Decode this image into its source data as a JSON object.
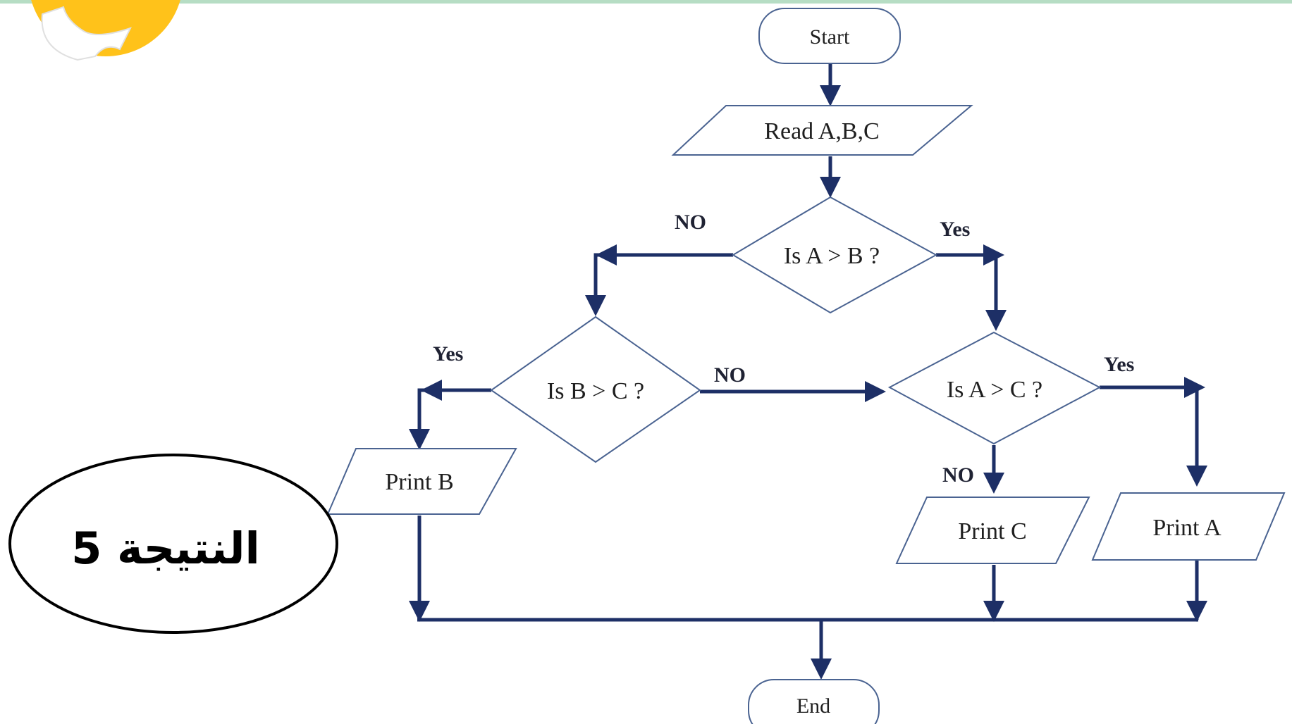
{
  "header_bar": {
    "color": "#b6ddc4"
  },
  "mascot": {
    "icon": "smiley-mascot-icon",
    "face_color": "#ffc21a",
    "hand_color": "#ffffff"
  },
  "flowchart": {
    "start_label": "Start",
    "read_label": "Read A,B,C",
    "decision_ab": "Is A > B ?",
    "decision_bc": "Is B > C ?",
    "decision_ac": "Is A > C ?",
    "print_b": "Print B",
    "print_c": "Print C",
    "print_a": "Print A",
    "end_label": "End",
    "branch_ab_no": "NO",
    "branch_ab_yes": "Yes",
    "branch_bc_yes": "Yes",
    "branch_bc_no": "NO",
    "branch_ac_yes": "Yes",
    "branch_ac_no": "NO",
    "line_color": "#1d2f66",
    "shape_border_color": "#4a6391"
  },
  "result_badge": {
    "text": "النتيجة 5"
  }
}
